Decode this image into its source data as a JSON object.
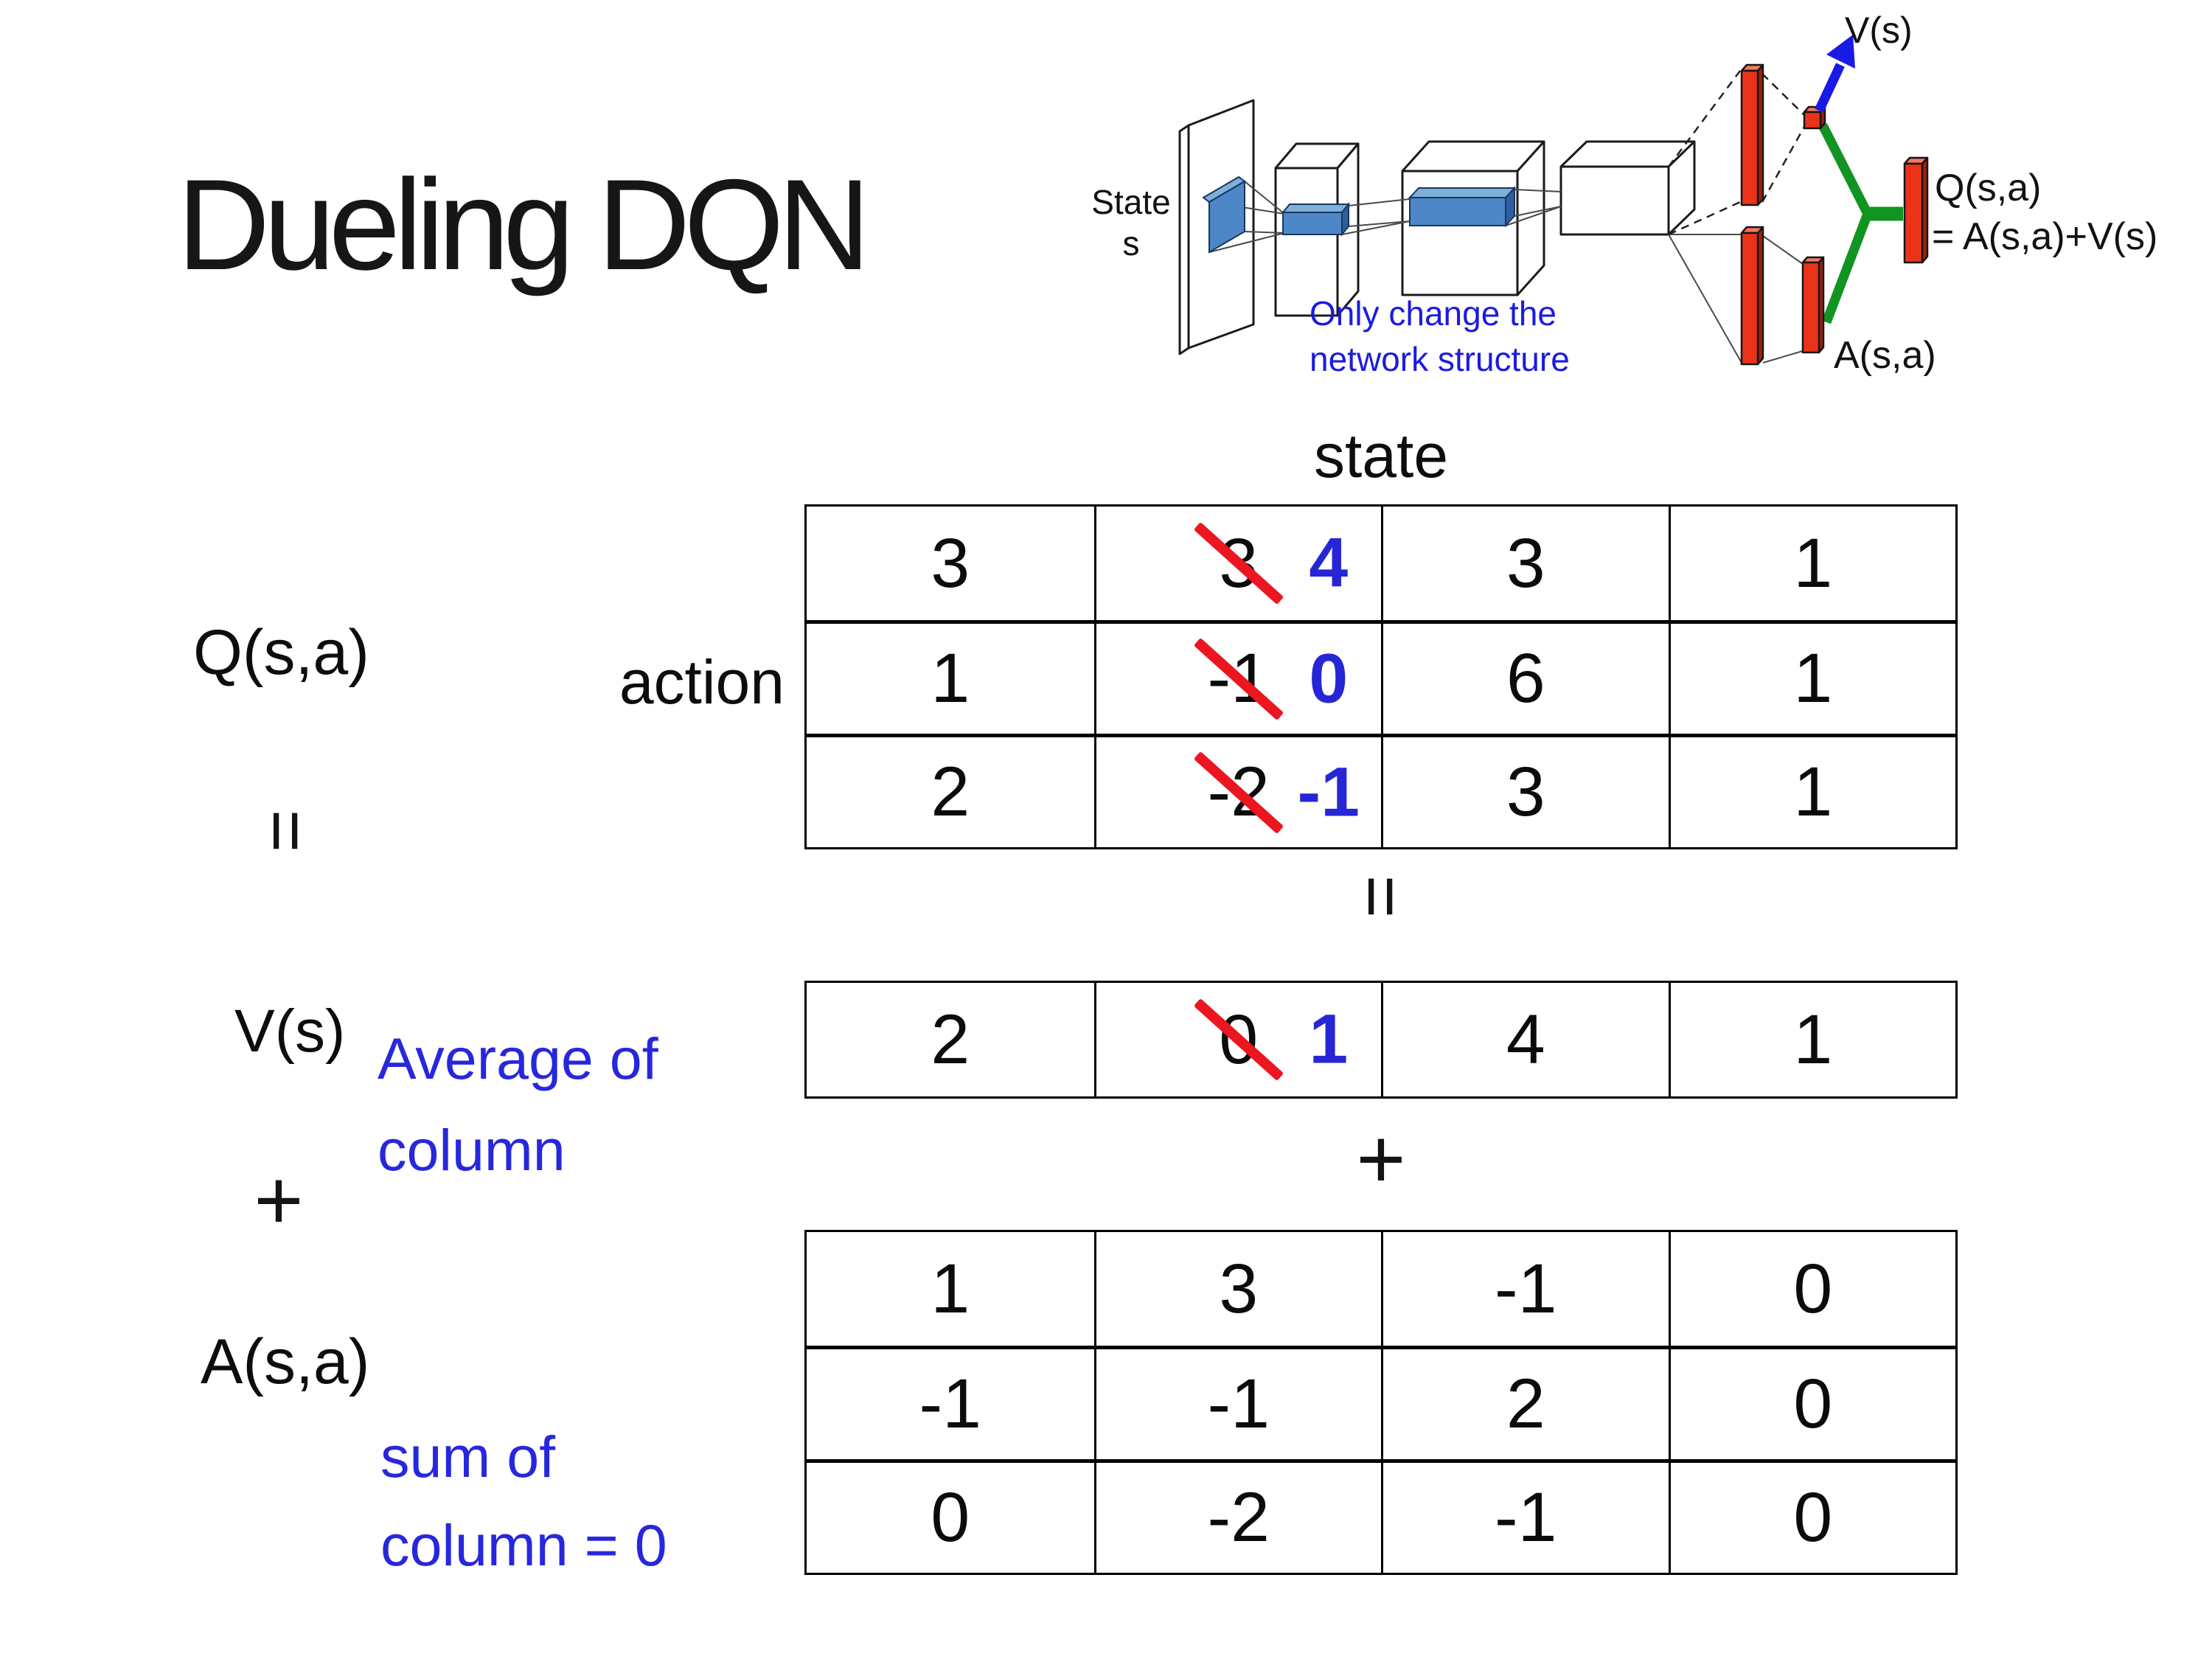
{
  "title": "Dueling DQN",
  "diagram": {
    "input_label_line1": "State",
    "input_label_line2": "s",
    "note_line1": "Only change the",
    "note_line2": "network structure",
    "value_output_label": "V(s)",
    "q_output_label": "Q(s,a)",
    "q_output_formula": "= A(s,a)+V(s)",
    "advantage_output_label": "A(s,a)"
  },
  "equation": {
    "q_label": "Q(s,a)",
    "equals_left": "=",
    "v_label": "V(s)",
    "plus_left": "+",
    "a_label": "A(s,a)",
    "equals_center": "=",
    "plus_center": "+",
    "state_header": "state",
    "action_header": "action",
    "v_note_line1": "Average of",
    "v_note_line2": "column",
    "a_note_line1": "sum of",
    "a_note_line2": "column = 0"
  },
  "q_table": {
    "rows": [
      {
        "cells": [
          {
            "value": "3"
          },
          {
            "value": "3",
            "replacement": "4"
          },
          {
            "value": "3"
          },
          {
            "value": "1"
          }
        ]
      },
      {
        "cells": [
          {
            "value": "1"
          },
          {
            "value": "-1",
            "replacement": "0"
          },
          {
            "value": "6"
          },
          {
            "value": "1"
          }
        ]
      },
      {
        "cells": [
          {
            "value": "2"
          },
          {
            "value": "-2",
            "replacement": "-1"
          },
          {
            "value": "3"
          },
          {
            "value": "1"
          }
        ]
      }
    ]
  },
  "v_table": {
    "cells": [
      {
        "value": "2"
      },
      {
        "value": "0",
        "replacement": "1"
      },
      {
        "value": "4"
      },
      {
        "value": "1"
      }
    ]
  },
  "a_table": {
    "rows": [
      {
        "cells": [
          {
            "value": "1"
          },
          {
            "value": "3"
          },
          {
            "value": "-1"
          },
          {
            "value": "0"
          }
        ]
      },
      {
        "cells": [
          {
            "value": "-1"
          },
          {
            "value": "-1"
          },
          {
            "value": "2"
          },
          {
            "value": "0"
          }
        ]
      },
      {
        "cells": [
          {
            "value": "0"
          },
          {
            "value": "-2"
          },
          {
            "value": "-1"
          },
          {
            "value": "0"
          }
        ]
      }
    ]
  },
  "colors": {
    "annotation_blue": "#2727dd",
    "replacement_blue": "#2626d6",
    "strike_red": "#ec1620",
    "bar_red": "#ea3318",
    "connector_green": "#119421",
    "arrow_blue": "#1a1ae6",
    "filter_blue": "#4e87c7"
  }
}
